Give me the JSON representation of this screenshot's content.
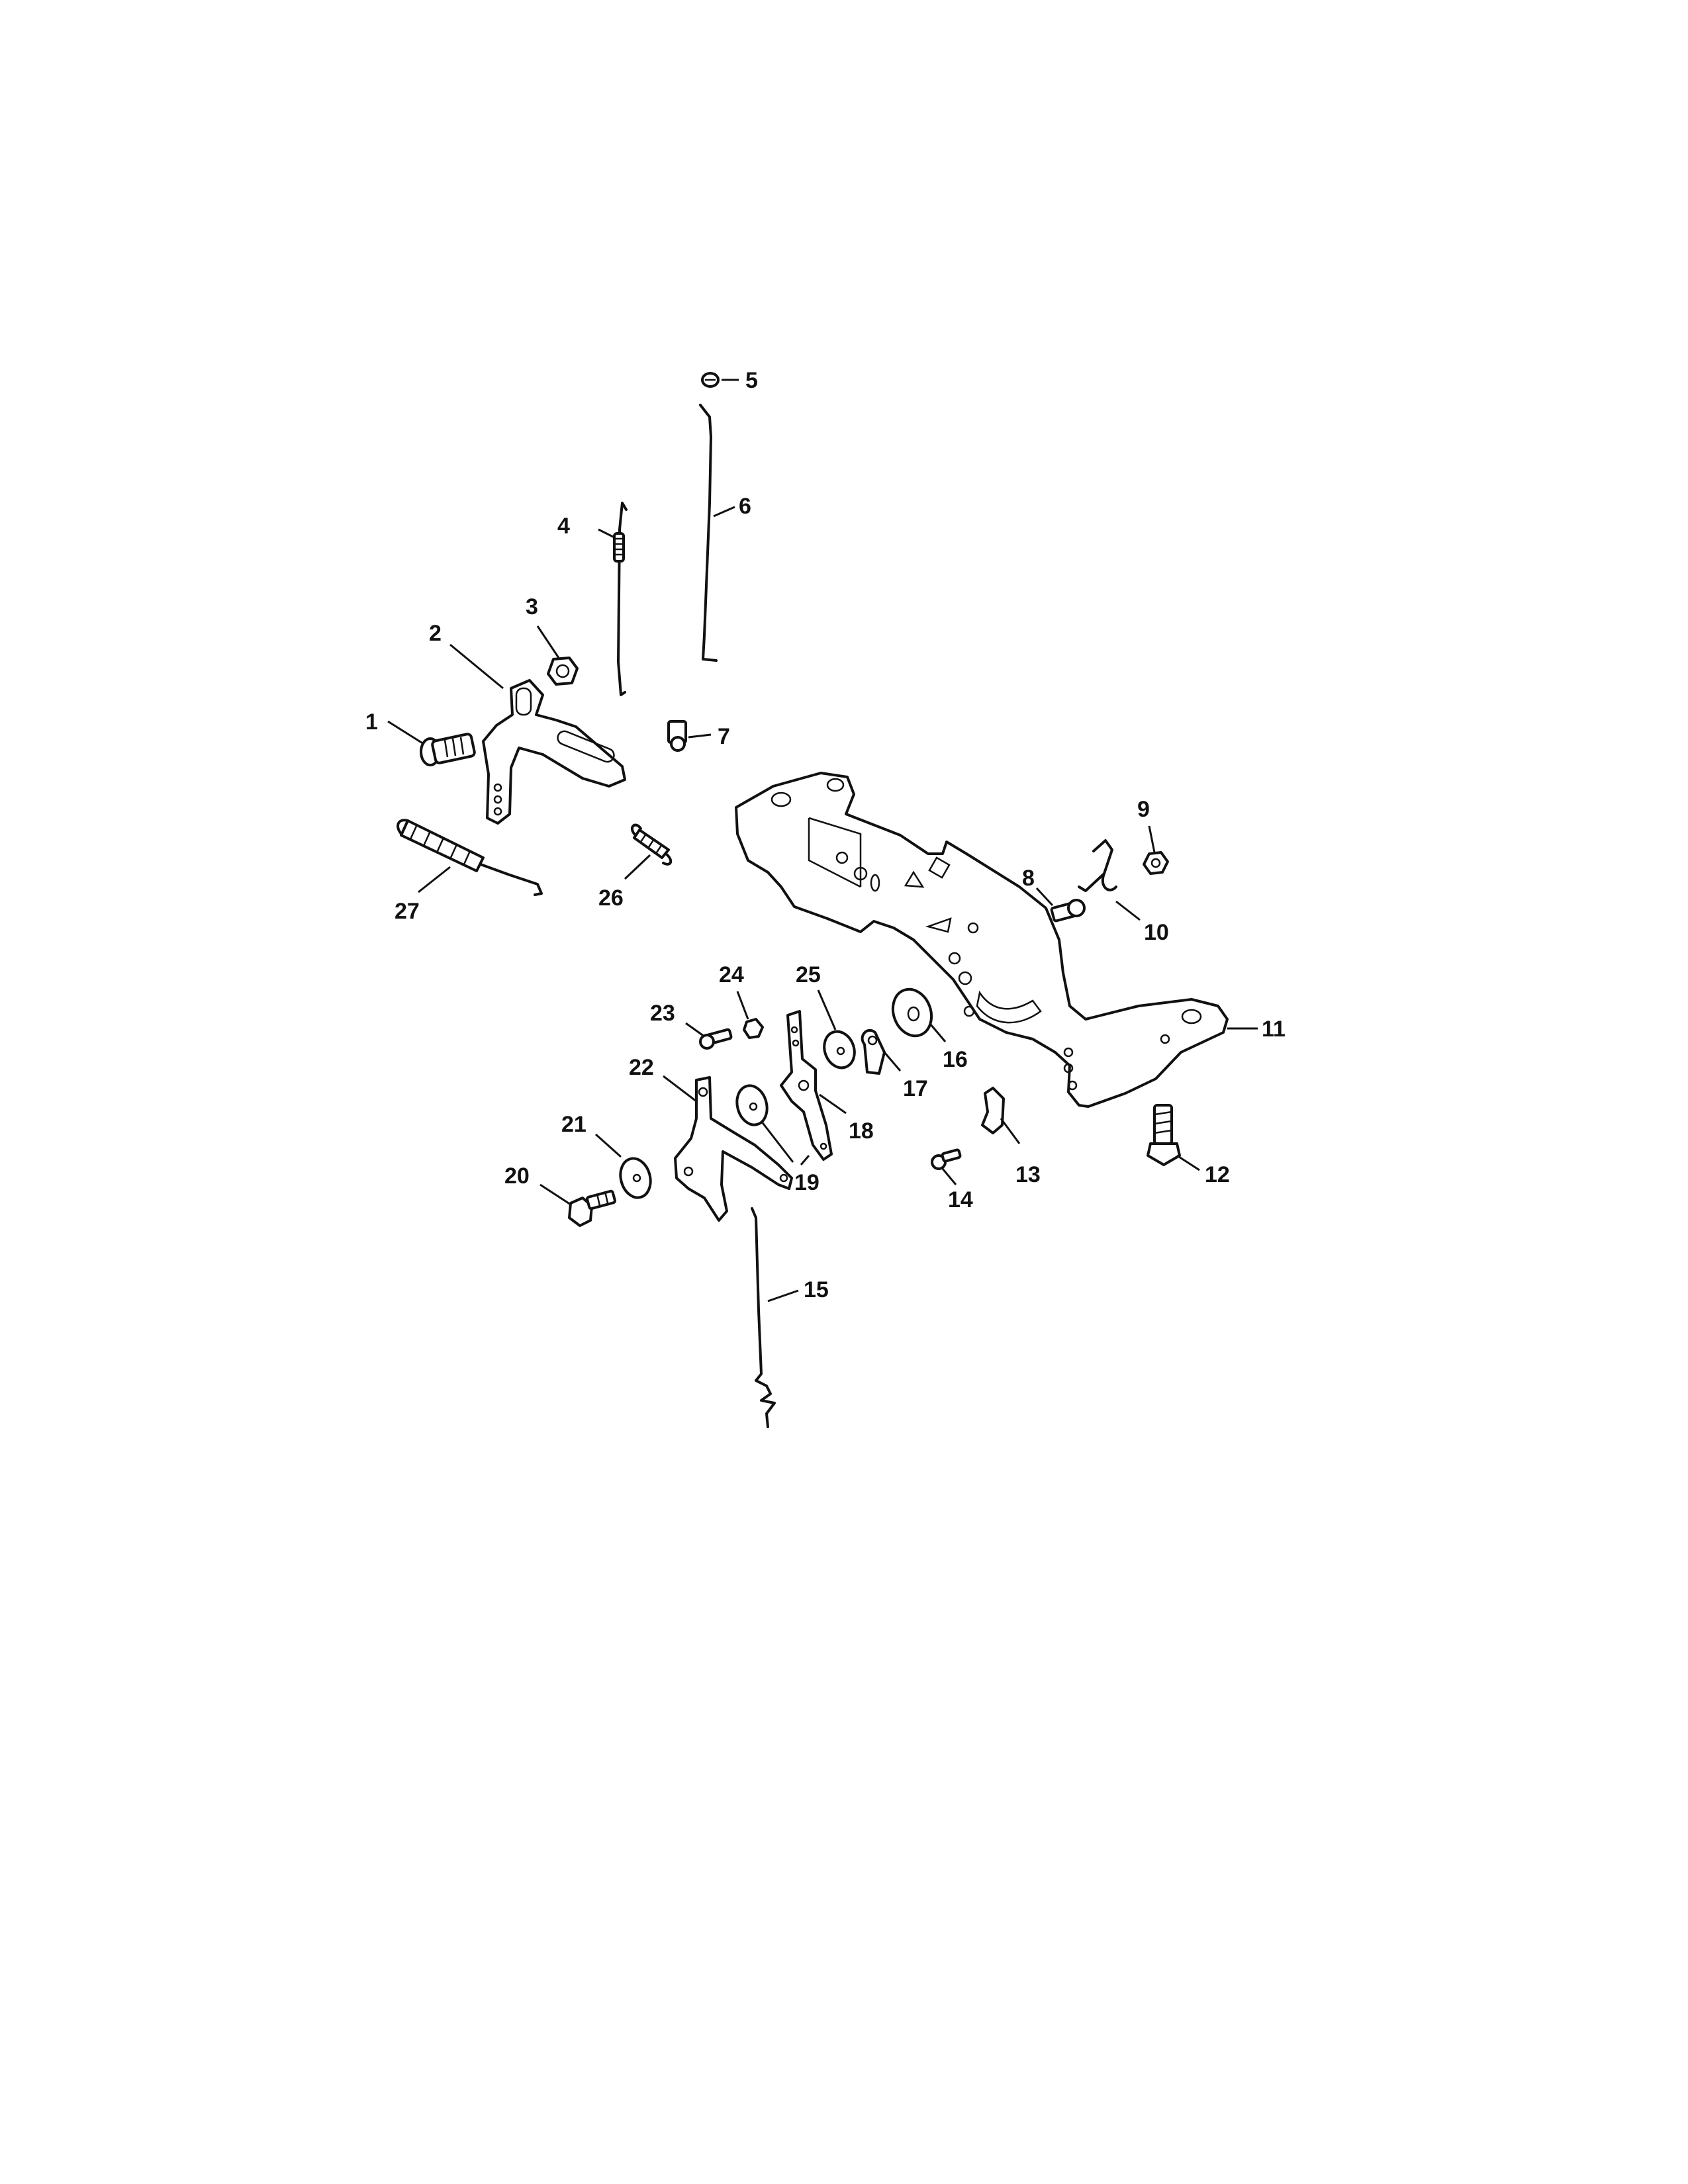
{
  "diagram": {
    "callouts": [
      "1",
      "2",
      "3",
      "4",
      "5",
      "6",
      "7",
      "8",
      "9",
      "10",
      "11",
      "12",
      "13",
      "14",
      "15",
      "16",
      "17",
      "18",
      "19",
      "20",
      "21",
      "22",
      "23",
      "24",
      "25",
      "26",
      "27"
    ]
  }
}
